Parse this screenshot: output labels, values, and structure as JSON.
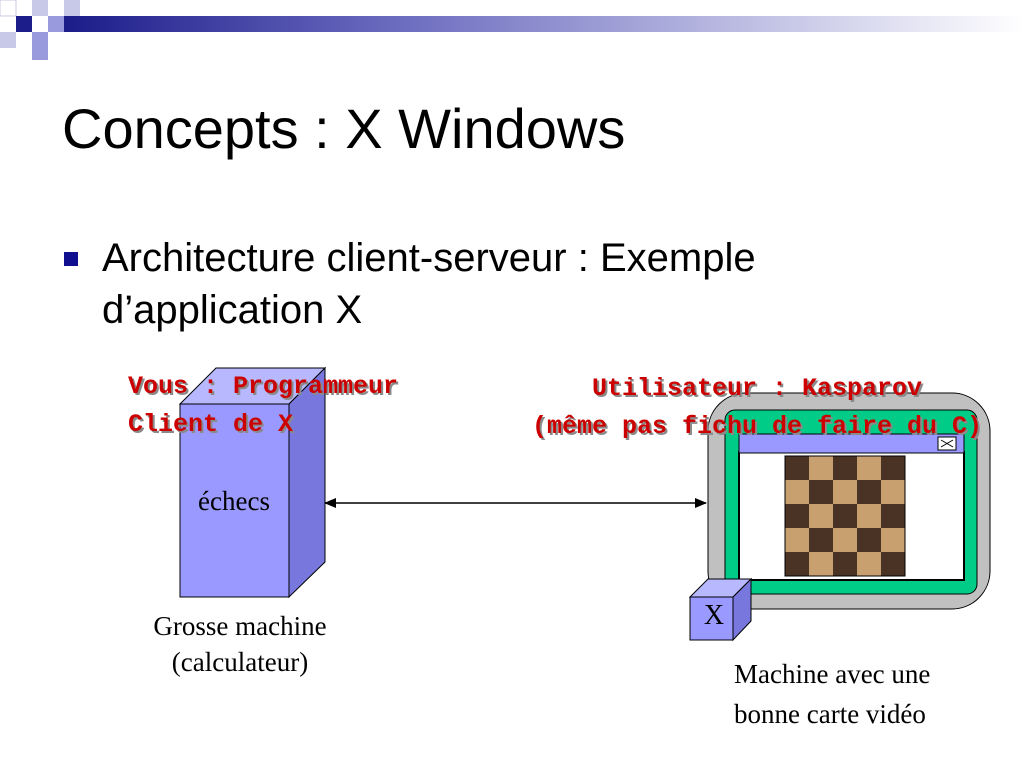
{
  "slide": {
    "title": "Concepts : X Windows",
    "bullet": "Architecture client-serveur : Exemple d’application X"
  },
  "diagram": {
    "client_title_line1": "Vous : Programmeur",
    "client_title_line2": "Client de X",
    "client_box_label": "échecs",
    "client_caption_line1": "Grosse machine",
    "client_caption_line2": "(calculateur)",
    "server_title_line1": "Utilisateur : Kasparov",
    "server_title_line2": "(même pas fichu de faire du C)",
    "server_x_label": "X",
    "server_caption_line1": "Machine avec une",
    "server_caption_line2": "bonne carte vidéo"
  },
  "colors": {
    "deco_navy": "#1c1c8a",
    "deco_lavender": "#9999dd",
    "box_front": "#9999ff",
    "box_side": "#7777dd",
    "box_top": "#b8b8ff",
    "screen_green": "#00cc88",
    "monitor_gray": "#c0c0c0",
    "window_titlebar": "#9999ff",
    "chess_dark": "#4a3324",
    "chess_light": "#c8a070",
    "label_red": "#cc0000"
  },
  "icons": [
    "bullet-square-icon",
    "close-window-icon",
    "chessboard-icon"
  ]
}
